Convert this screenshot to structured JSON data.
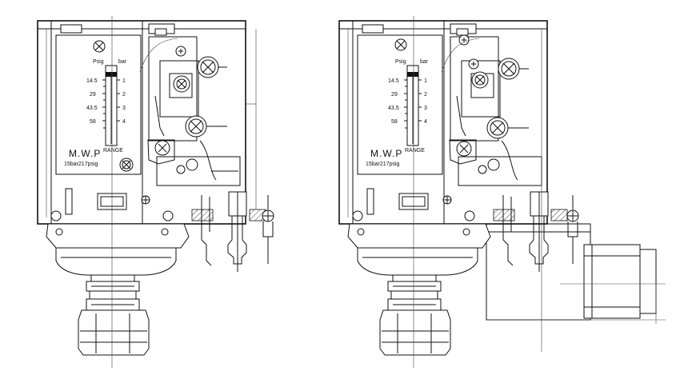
{
  "diagram": {
    "views": [
      {
        "id": "left",
        "scale_unit_left": "Psig",
        "scale_unit_right": "bar",
        "psig_ticks": [
          "14.5",
          "29",
          "43.5",
          "58"
        ],
        "bar_ticks": [
          "1",
          "2",
          "3",
          "4"
        ],
        "range_label": "RANGE",
        "mwp_label": "M.W.P",
        "mwp_value": "15bar217psig"
      },
      {
        "id": "right",
        "scale_unit_left": "Psig",
        "scale_unit_right": "bar",
        "psig_ticks": [
          "14.5",
          "29",
          "43.5",
          "58"
        ],
        "bar_ticks": [
          "1",
          "2",
          "3",
          "4"
        ],
        "range_label": "RANGE",
        "mwp_label": "M.W.P",
        "mwp_value": "15bar217psig"
      }
    ]
  }
}
